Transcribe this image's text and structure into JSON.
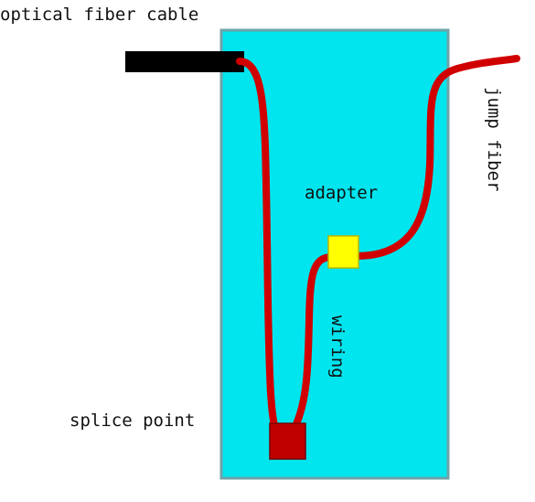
{
  "labels": {
    "optical_fiber_cable": "optical fiber cable",
    "jump_fiber": "jump fiber",
    "adapter": "adapter",
    "wiring": "wiring",
    "splice_point": "splice point"
  },
  "colors": {
    "box_fill": "#00E5EE",
    "box_border": "#6FA3A8",
    "fiber": "#D10000",
    "cable_sheath": "#000000",
    "adapter_fill": "#FFFF00",
    "splice_fill": "#C00000",
    "text": "#111111"
  }
}
